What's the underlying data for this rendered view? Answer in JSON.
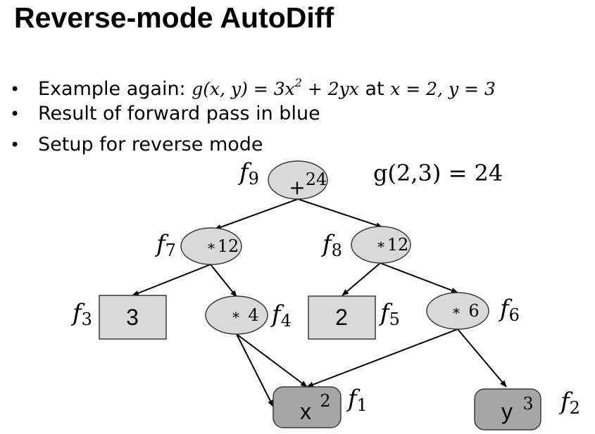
{
  "title": "Reverse-mode AutoDiff",
  "bullets": [
    {
      "text": "Example again: ",
      "math": {
        "lhs": "g(x, y)",
        "eq": " = ",
        "t1": "3x",
        "t1_sup": "2",
        "plus": " + ",
        "t2": "2yx"
      },
      "mid": " at ",
      "cond": "x = 2, y = 3"
    },
    {
      "text": "Result of forward pass in blue"
    },
    {
      "text": "Setup for reverse mode"
    }
  ],
  "graph": {
    "result_label": "g(2,3) = 24",
    "f9": {
      "label": "f",
      "sub": "9",
      "op": "+",
      "value": "24"
    },
    "f7": {
      "label": "f",
      "sub": "7",
      "op": "*",
      "value": "12"
    },
    "f8": {
      "label": "f",
      "sub": "8",
      "op": "*",
      "value": "12"
    },
    "f3": {
      "label": "f",
      "sub": "3",
      "value": "3"
    },
    "f4": {
      "label": "f",
      "sub": "4",
      "op": "*",
      "value": "4"
    },
    "f5": {
      "label": "f",
      "sub": "5",
      "value": "2"
    },
    "f6": {
      "label": "f",
      "sub": "6",
      "op": "*",
      "value": "6"
    },
    "f1": {
      "label": "f",
      "sub": "1",
      "var": "x",
      "value": "2"
    },
    "f2": {
      "label": "f",
      "sub": "2",
      "var": "y",
      "value": "3"
    },
    "colors": {
      "node_fill": "#d9d9d9",
      "input_fill": "#a6a6a6",
      "stroke": "#3a3a3a"
    }
  }
}
